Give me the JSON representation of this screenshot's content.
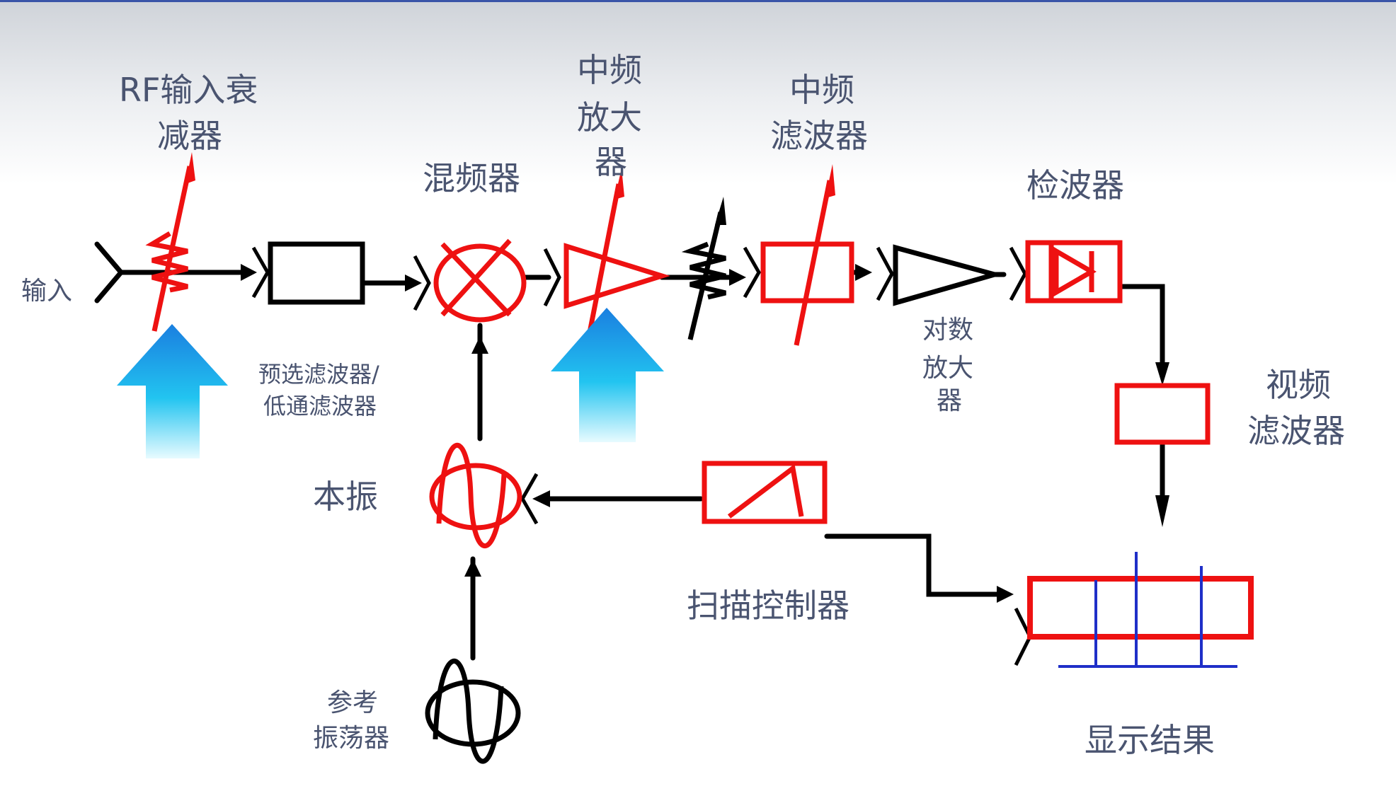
{
  "labels": {
    "input": "输入",
    "rf_attenuator_l1": "RF输入衰",
    "rf_attenuator_l2": "减器",
    "preselect_l1": "预选滤波器/",
    "preselect_l2": "低通滤波器",
    "mixer": "混频器",
    "if_amp_l1": "中频",
    "if_amp_l2": "放大",
    "if_amp_l3": "器",
    "if_filter_l1": "中频",
    "if_filter_l2": "滤波器",
    "log_amp_l1": "对数",
    "log_amp_l2": "放大",
    "log_amp_l3": "器",
    "detector": "检波器",
    "video_filter_l1": "视频",
    "video_filter_l2": "滤波器",
    "local_osc": "本振",
    "sweep_ctrl": "扫描控制器",
    "ref_osc_l1": "参考",
    "ref_osc_l2": "振荡器",
    "display": "显示结果"
  },
  "colors": {
    "component": "#ee1111",
    "line": "#000000",
    "display_grid": "#1f2fc8",
    "arrow_highlight": "#19b8ee",
    "label": "#4a5470"
  }
}
